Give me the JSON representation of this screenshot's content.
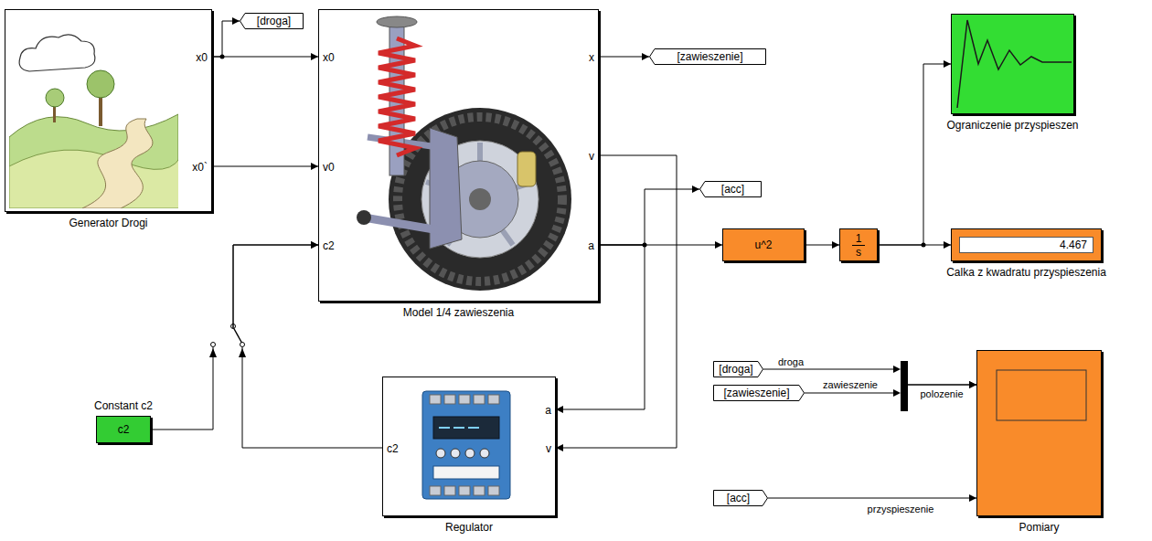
{
  "diagram": {
    "nodes": [
      {
        "text": [
          "x0",
          "x0`",
          "Generator Drogi"
        ]
      },
      {
        "text": [
          "[droga]"
        ]
      },
      {
        "text": [
          "x0",
          "v0",
          "c2",
          "x",
          "v",
          "a",
          "Model 1/4 zawieszenia"
        ]
      },
      {
        "text": [
          "[zawieszenie]"
        ]
      },
      {
        "text": [
          "[acc]"
        ]
      },
      {
        "text": [
          "Ograniczenie przyspieszen"
        ]
      },
      {
        "text": [
          "u^2"
        ]
      },
      {
        "text": [
          "1",
          "s"
        ]
      },
      {
        "text": [
          "4.467",
          "Calka z kwadratu przyspieszenia"
        ]
      },
      {
        "text": [
          "c2",
          "Constant c2"
        ]
      },
      {
        "text": [
          "a",
          "v",
          "c2",
          "Regulator"
        ]
      },
      {
        "text": [
          "[droga]"
        ]
      },
      {
        "text": [
          "[zawieszenie]"
        ]
      },
      {
        "text": [
          "[acc]"
        ]
      },
      {
        "text": [
          "Pomiary"
        ]
      }
    ],
    "edges": [
      {
        "from": 0,
        "to": 1,
        "arrow": "to"
      },
      {
        "from": 0,
        "to": 2,
        "arrow": "to"
      },
      {
        "from": 0,
        "to": 2,
        "arrow": "to"
      },
      {
        "from": 2,
        "to": 3,
        "arrow": "to"
      },
      {
        "from": 2,
        "to": 4,
        "arrow": "to"
      },
      {
        "from": 2,
        "to": 6,
        "arrow": "to"
      },
      {
        "from": 2,
        "to": 10,
        "arrow": "to"
      },
      {
        "from": 2,
        "to": 10,
        "arrow": "to"
      },
      {
        "from": 6,
        "to": 7,
        "arrow": "to"
      },
      {
        "from": 7,
        "to": 5,
        "arrow": "to"
      },
      {
        "from": 7,
        "to": 8,
        "arrow": "to"
      },
      {
        "from": 9,
        "to": 2,
        "arrow": "to"
      },
      {
        "from": 10,
        "to": 2,
        "arrow": "to"
      },
      {
        "from": 11,
        "to": 14,
        "label": "droga",
        "arrow": "to"
      },
      {
        "from": 12,
        "to": 14,
        "label": "zawieszenie",
        "arrow": "to"
      },
      {
        "from": 13,
        "to": 14,
        "label": "przyspieszenie",
        "arrow": "to"
      }
    ],
    "labels": [
      "polozenie"
    ]
  }
}
